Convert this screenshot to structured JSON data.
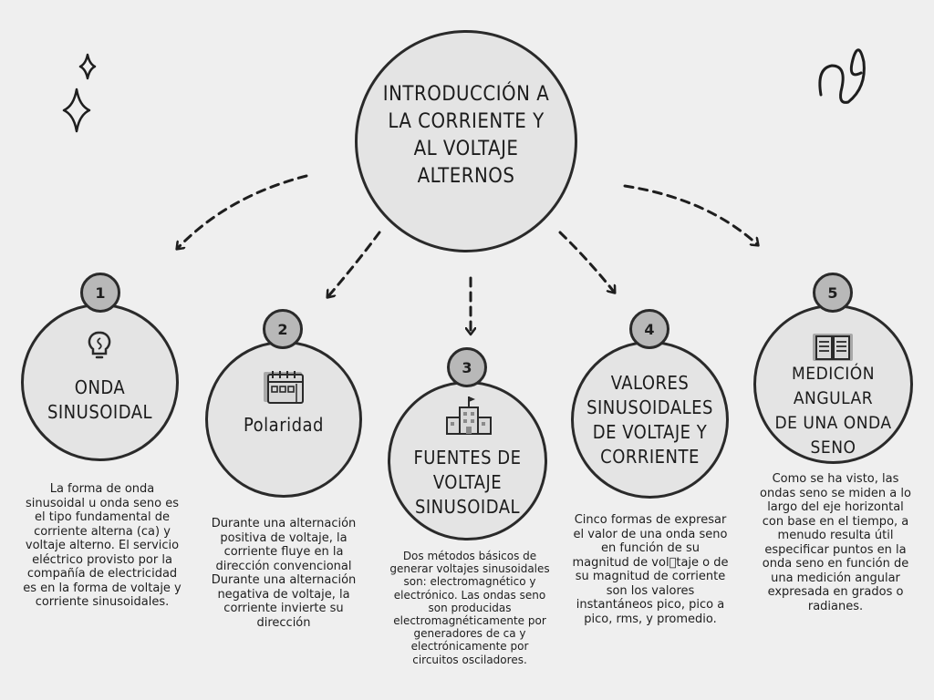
{
  "main_title": "INTRODUCCIÓN A\nLA CORRIENTE Y\nAL VOLTAJE\nALTERNOS",
  "topics": [
    {
      "number": "1",
      "title": "ONDA\nSINUSOIDAL",
      "icon": "lightbulb-icon",
      "description": "La forma de onda sinusoidal u onda seno es el tipo fundamental de corriente alterna (ca) y voltaje alterno. El servicio eléctrico provisto por la compañía de electricidad es en la forma de voltaje y corriente sinusoidales."
    },
    {
      "number": "2",
      "title": "Polaridad",
      "icon": "calendar-icon",
      "description": "Durante una alternación positiva de voltaje, la corriente fluye en la dirección convencional Durante una alternación negativa de voltaje, la corriente invierte su dirección"
    },
    {
      "number": "3",
      "title": "FUENTES DE\nVOLTAJE\nSINUSOIDAL",
      "icon": "building-icon",
      "description": "Dos métodos básicos de generar voltajes sinusoidales son: electromagnético y electrónico. Las ondas seno son producidas electromagnéticamente por generadores de ca y electrónicamente por circuitos osciladores."
    },
    {
      "number": "4",
      "title": "VALORES\nSINUSOIDALES\nDE VOLTAJE Y\nCORRIENTE",
      "icon": "",
      "description": "Cinco formas de expresar el valor de una onda seno en función de su magnitud de vol\u0000taje o de su magnitud de corriente son los valores instantáneos pico, pico a pico, rms, y promedio."
    },
    {
      "number": "5",
      "title": "MEDICIÓN ANGULAR\nDE UNA ONDA SENO",
      "icon": "book-icon",
      "description": "Como se ha visto, las ondas seno se miden a lo largo del eje horizontal con base en el tiempo, a menudo resulta útil especificar puntos en la onda seno en función de una medición angular expresada en grados o radianes."
    }
  ],
  "decorations": [
    "sparkle-icon",
    "swirl-icon"
  ]
}
